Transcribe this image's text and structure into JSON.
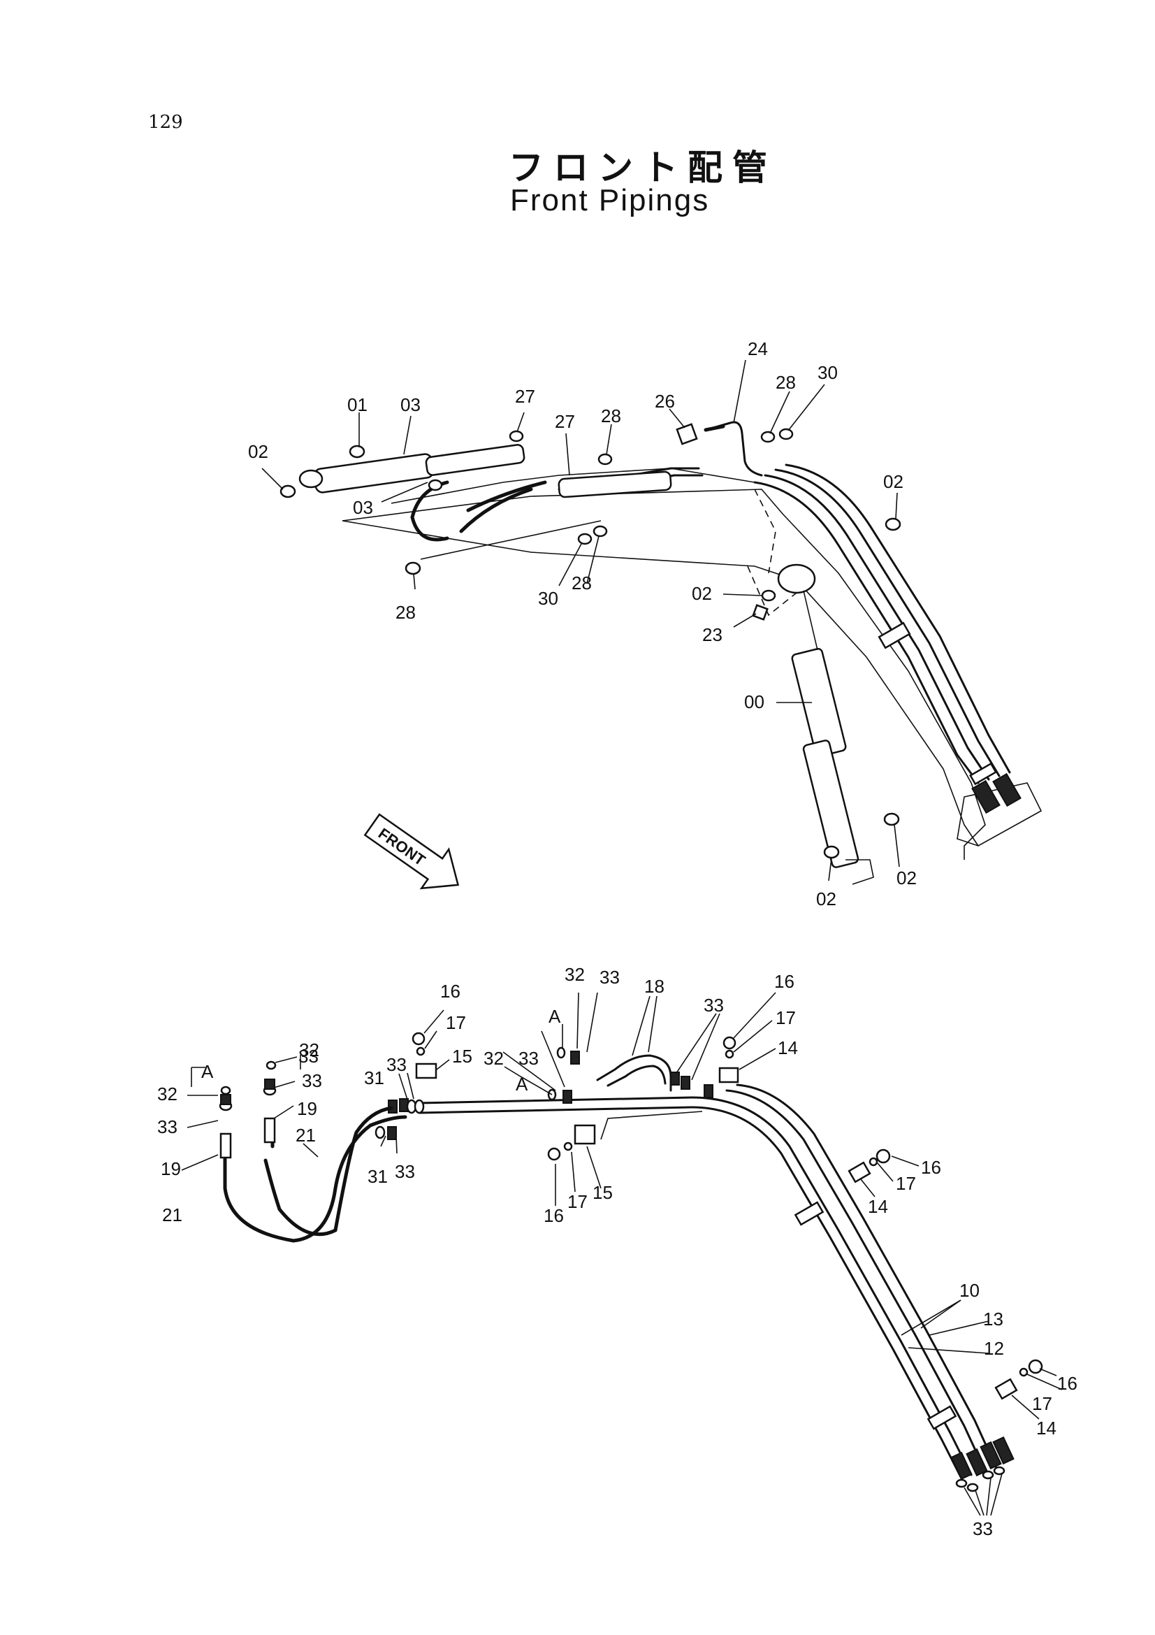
{
  "page": {
    "number": "129"
  },
  "title": {
    "japanese": "フロント配管",
    "english": "Front Pipings"
  },
  "icons": {
    "front_arrow": "front-arrow-icon"
  },
  "front_arrow_text": "FRONT",
  "top_callouts": [
    "02",
    "01",
    "03",
    "27",
    "28",
    "26",
    "24",
    "28",
    "30",
    "02",
    "03",
    "02",
    "28",
    "30",
    "28",
    "02",
    "23",
    "00",
    "02",
    "02"
  ],
  "bottom_callouts": [
    "16",
    "17",
    "15",
    "33",
    "31",
    "32",
    "33",
    "18",
    "33",
    "16",
    "17",
    "14",
    "A",
    "32",
    "33",
    "A",
    "32",
    "33",
    "19",
    "21",
    "A",
    "32",
    "33",
    "19",
    "21",
    "31",
    "33",
    "16",
    "17",
    "15",
    "16",
    "17",
    "14",
    "10",
    "13",
    "12",
    "16",
    "17",
    "14",
    "33"
  ]
}
